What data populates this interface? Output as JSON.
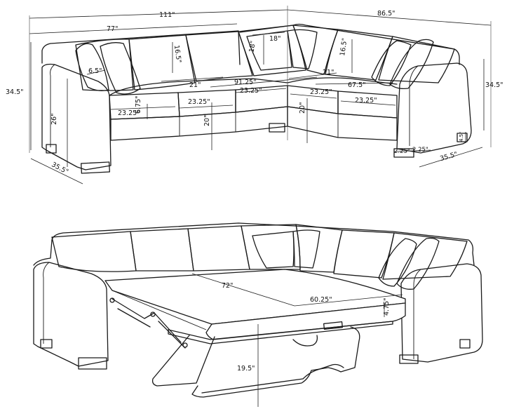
{
  "top_view": {
    "overall_length": "111\"",
    "section_length": "77\"",
    "side_length": "86.5\"",
    "height_left": "34.5\"",
    "height_right": "34.5\"",
    "depth_left": "35.5\"",
    "depth_right": "35.5\"",
    "back_cushion_height_a": "16.5\"",
    "back_cushion_height_b": "16.5\"",
    "pillow_width": "18\"",
    "pillow_height": "18\"",
    "arm_width": "6.5\"",
    "arm_height": "26\"",
    "seat_depth": "21\"",
    "corner_depth": "21\"",
    "inner_length_long": "91.25\"",
    "inner_length_short": "67.5\"",
    "seat_cushion_1": "23.25\"",
    "seat_cushion_2": "23.25\"",
    "seat_cushion_3": "23.25\"",
    "seat_cushion_4": "23.25\"",
    "seat_cushion_5": "23.25\"",
    "seat_cushion_thickness": "6.75\"",
    "seat_height_1": "20\"",
    "seat_height_2": "20\"",
    "leg_height": "4.5\"",
    "leg_width_a": "2.25\"",
    "leg_width_b": "2.25\""
  },
  "bottom_view": {
    "bed_length": "72\"",
    "bed_width": "60.25\"",
    "mattress_thickness": "4.75\"",
    "bed_height": "19.5\""
  }
}
